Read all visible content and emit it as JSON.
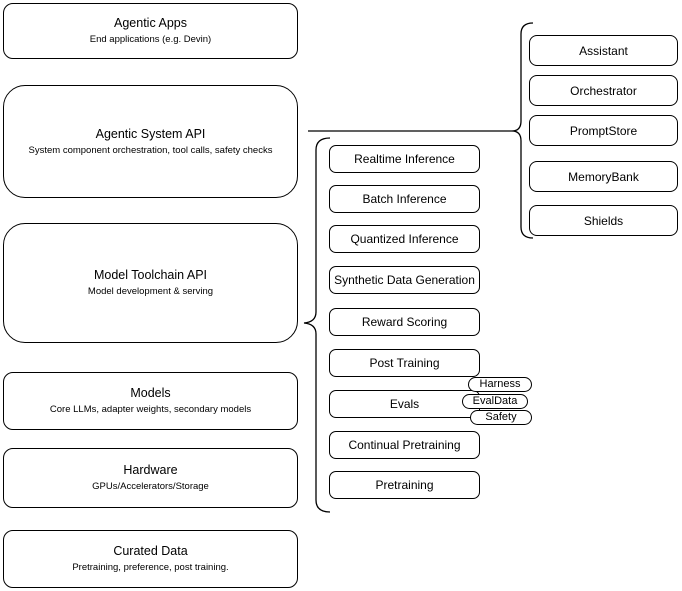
{
  "left_column": {
    "boxes": [
      {
        "title": "Agentic Apps",
        "subtitle": "End applications (e.g. Devin)"
      },
      {
        "title": "Agentic System API",
        "subtitle": "System component orchestration, tool calls, safety checks"
      },
      {
        "title": "Model Toolchain API",
        "subtitle": "Model development & serving"
      },
      {
        "title": "Models",
        "subtitle": "Core LLMs, adapter weights, secondary models"
      },
      {
        "title": "Hardware",
        "subtitle": "GPUs/Accelerators/Storage"
      },
      {
        "title": "Curated Data",
        "subtitle": "Pretraining, preference, post training."
      }
    ]
  },
  "toolchain_items": [
    "Realtime Inference",
    "Batch Inference",
    "Quantized Inference",
    "Synthetic Data Generation",
    "Reward Scoring",
    "Post Training",
    "Evals",
    "Continual Pretraining",
    "Pretraining"
  ],
  "system_components": [
    "Assistant",
    "Orchestrator",
    "PromptStore",
    "MemoryBank",
    "Shields"
  ],
  "eval_tags": [
    "Harness",
    "EvalData",
    "Safety"
  ],
  "colors": {
    "stroke": "#000000",
    "background": "#ffffff",
    "text": "#000000"
  }
}
